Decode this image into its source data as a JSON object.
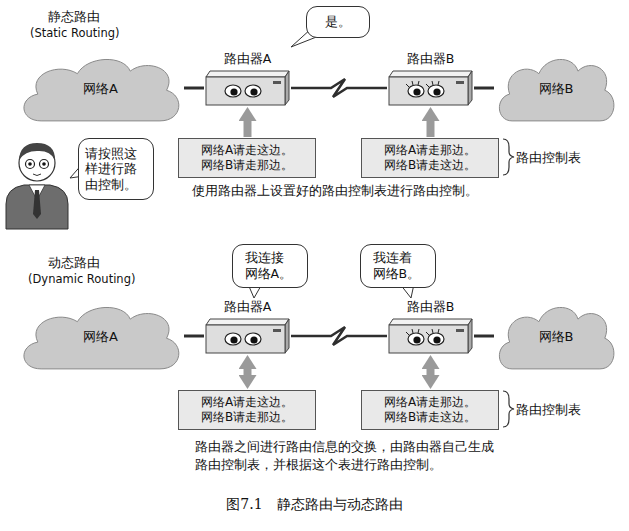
{
  "diagram": {
    "caption": "图7.1　静态路由与动态路由",
    "nodes": [
      {
        "text": [
          "网络A"
        ]
      },
      {
        "text": [
          "路由器A"
        ]
      },
      {
        "text": [
          "是。"
        ]
      },
      {
        "text": [
          "路由器B"
        ]
      },
      {
        "text": [
          "网络B"
        ]
      },
      {
        "text": [
          "请按照这样进行路由控制。"
        ]
      },
      {
        "text": [
          "网络A请走这边。 网络B请走那边。"
        ]
      },
      {
        "text": [
          "网络A请走那边。 网络B请走这边。"
        ]
      },
      {
        "text": [
          "我连接网络A。"
        ]
      },
      {
        "text": [
          "我连着网络B。"
        ]
      },
      {
        "text": [
          "网络A"
        ]
      },
      {
        "text": [
          "路由器A"
        ]
      },
      {
        "text": [
          "路由器B"
        ]
      },
      {
        "text": [
          "网络B"
        ]
      },
      {
        "text": [
          "网络A请走这边。 网络B请走那边。"
        ]
      },
      {
        "text": [
          "网络A请走那边。 网络B请走这边。"
        ]
      }
    ],
    "edges": [
      {
        "from": 0,
        "to": 1,
        "arrow": "none"
      },
      {
        "from": 1,
        "to": 3,
        "arrow": "none"
      },
      {
        "from": 3,
        "to": 4,
        "arrow": "none"
      },
      {
        "from": 6,
        "to": 1,
        "arrow": "to"
      },
      {
        "from": 7,
        "to": 3,
        "arrow": "to"
      },
      {
        "from": 10,
        "to": 11,
        "arrow": "none"
      },
      {
        "from": 11,
        "to": 12,
        "arrow": "none"
      },
      {
        "from": 12,
        "to": 13,
        "arrow": "none"
      },
      {
        "from": 14,
        "to": 11,
        "arrow": "both"
      },
      {
        "from": 15,
        "to": 12,
        "arrow": "both"
      }
    ],
    "labels": [
      "静态路由",
      "(Static Routing)",
      "路由控制表",
      "使用路由器上设置好的路由控制表进行路由控制。",
      "动态路由",
      "(Dynamic Routing)",
      "路由控制表",
      "路由器之间进行路由信息的交换，由路由器自己生成路由控制表，并根据这个表进行路由控制。"
    ]
  }
}
